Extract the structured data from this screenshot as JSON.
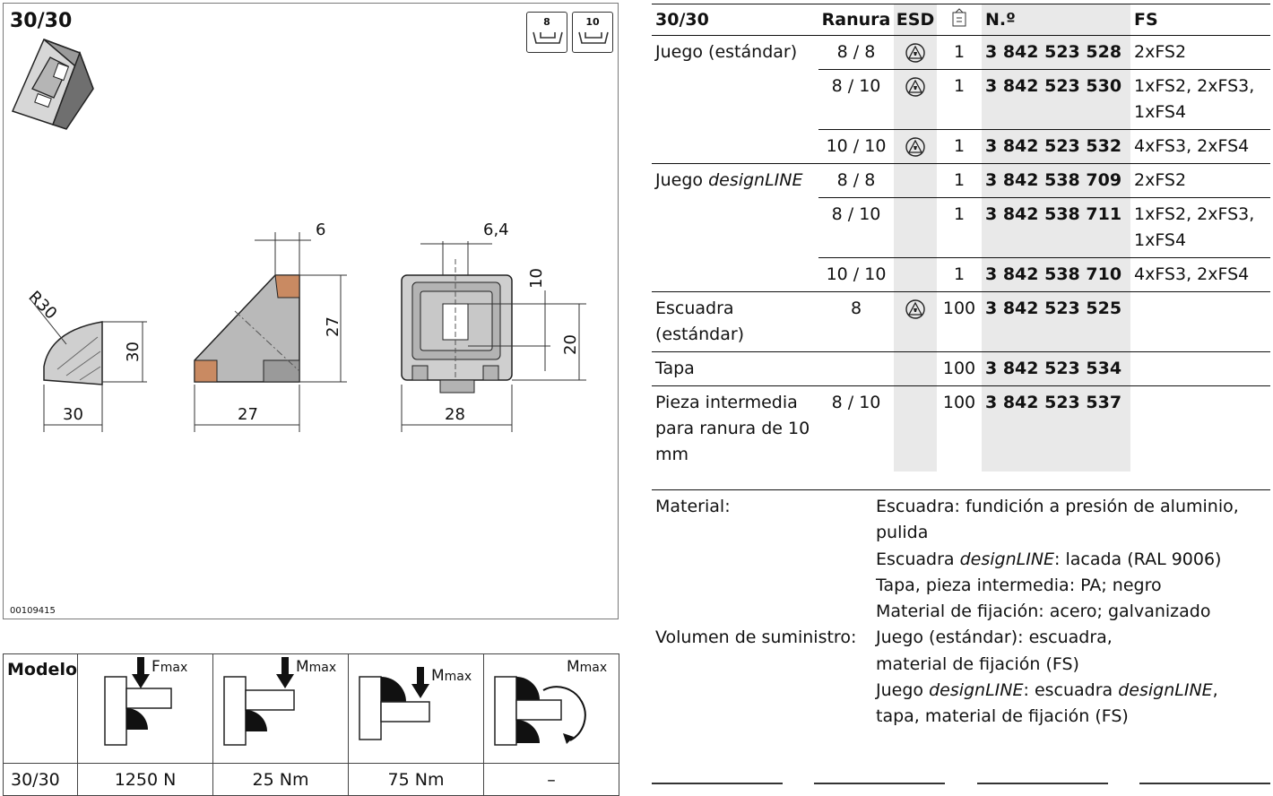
{
  "drawing": {
    "title": "30/30",
    "code": "00109415",
    "slot_icons": [
      "8",
      "10"
    ],
    "dimensions": {
      "radius": "R30",
      "side_height": "30",
      "side_width": "30",
      "front_top": "6",
      "front_height": "27",
      "front_width": "27",
      "end_top": "6,4",
      "end_slot": "10",
      "end_height": "20",
      "end_width": "28"
    }
  },
  "load_table": {
    "header_model": "Modelo",
    "load_labels": [
      {
        "symbol": "F",
        "sub": "max"
      },
      {
        "symbol": "M",
        "sub": "max"
      },
      {
        "symbol": "M",
        "sub": "max"
      },
      {
        "symbol": "M",
        "sub": "max"
      }
    ],
    "row": {
      "model": "30/30",
      "values": [
        "1250 N",
        "25 Nm",
        "75 Nm",
        "–"
      ]
    }
  },
  "spec_table": {
    "headers": {
      "type": "30/30",
      "slot": "Ranura",
      "esd": "ESD",
      "qty_icon": "package-icon",
      "number": "N.º",
      "fs": "FS"
    },
    "groups": [
      {
        "label": "Juego (estándar)",
        "rows": [
          {
            "slot": "8 / 8",
            "esd": true,
            "qty": "1",
            "number": "3 842 523 528",
            "fs": "2xFS2"
          },
          {
            "slot": "8 / 10",
            "esd": true,
            "qty": "1",
            "number": "3 842 523 530",
            "fs": "1xFS2, 2xFS3, 1xFS4"
          },
          {
            "slot": "10 / 10",
            "esd": true,
            "qty": "1",
            "number": "3 842 523 532",
            "fs": "4xFS3, 2xFS4"
          }
        ]
      },
      {
        "label_plain": "Juego ",
        "label_italic": "designLINE",
        "rows": [
          {
            "slot": "8 / 8",
            "esd": false,
            "qty": "1",
            "number": "3 842 538 709",
            "fs": "2xFS2"
          },
          {
            "slot": "8 / 10",
            "esd": false,
            "qty": "1",
            "number": "3 842 538 711",
            "fs": "1xFS2, 2xFS3, 1xFS4"
          },
          {
            "slot": "10 / 10",
            "esd": false,
            "qty": "1",
            "number": "3 842 538 710",
            "fs": "4xFS3, 2xFS4"
          }
        ]
      },
      {
        "label": "Escuadra (estándar)",
        "rows": [
          {
            "slot": "8",
            "esd": true,
            "qty": "100",
            "number": "3 842 523 525",
            "fs": ""
          }
        ]
      },
      {
        "label": "Tapa",
        "rows": [
          {
            "slot": "",
            "esd": false,
            "qty": "100",
            "number": "3 842 523 534",
            "fs": ""
          }
        ]
      },
      {
        "label": "Pieza intermedia para ranura de 10 mm",
        "rows": [
          {
            "slot": "8 / 10",
            "esd": false,
            "qty": "100",
            "number": "3 842 523 537",
            "fs": ""
          }
        ]
      }
    ]
  },
  "material": {
    "label": "Material:",
    "lines": [
      "Escuadra: fundición a presión de aluminio,",
      "pulida"
    ],
    "line_design_a": "Escuadra ",
    "line_design_i": "designLINE",
    "line_design_b": ": lacada (RAL 9006)",
    "line_tapa": "Tapa, pieza intermedia: PA; negro",
    "line_fix": "Material de fijación: acero; galvanizado",
    "supply_label": "Volumen de suministro:",
    "supply_1": "Juego (estándar): escuadra,",
    "supply_2": "material de fijación (FS)",
    "supply_3a": "Juego ",
    "supply_3i": "designLINE",
    "supply_3b": ": escuadra ",
    "supply_3i2": "designLINE",
    "supply_3c": ",",
    "supply_4": "tapa, material de fijación (FS)"
  }
}
